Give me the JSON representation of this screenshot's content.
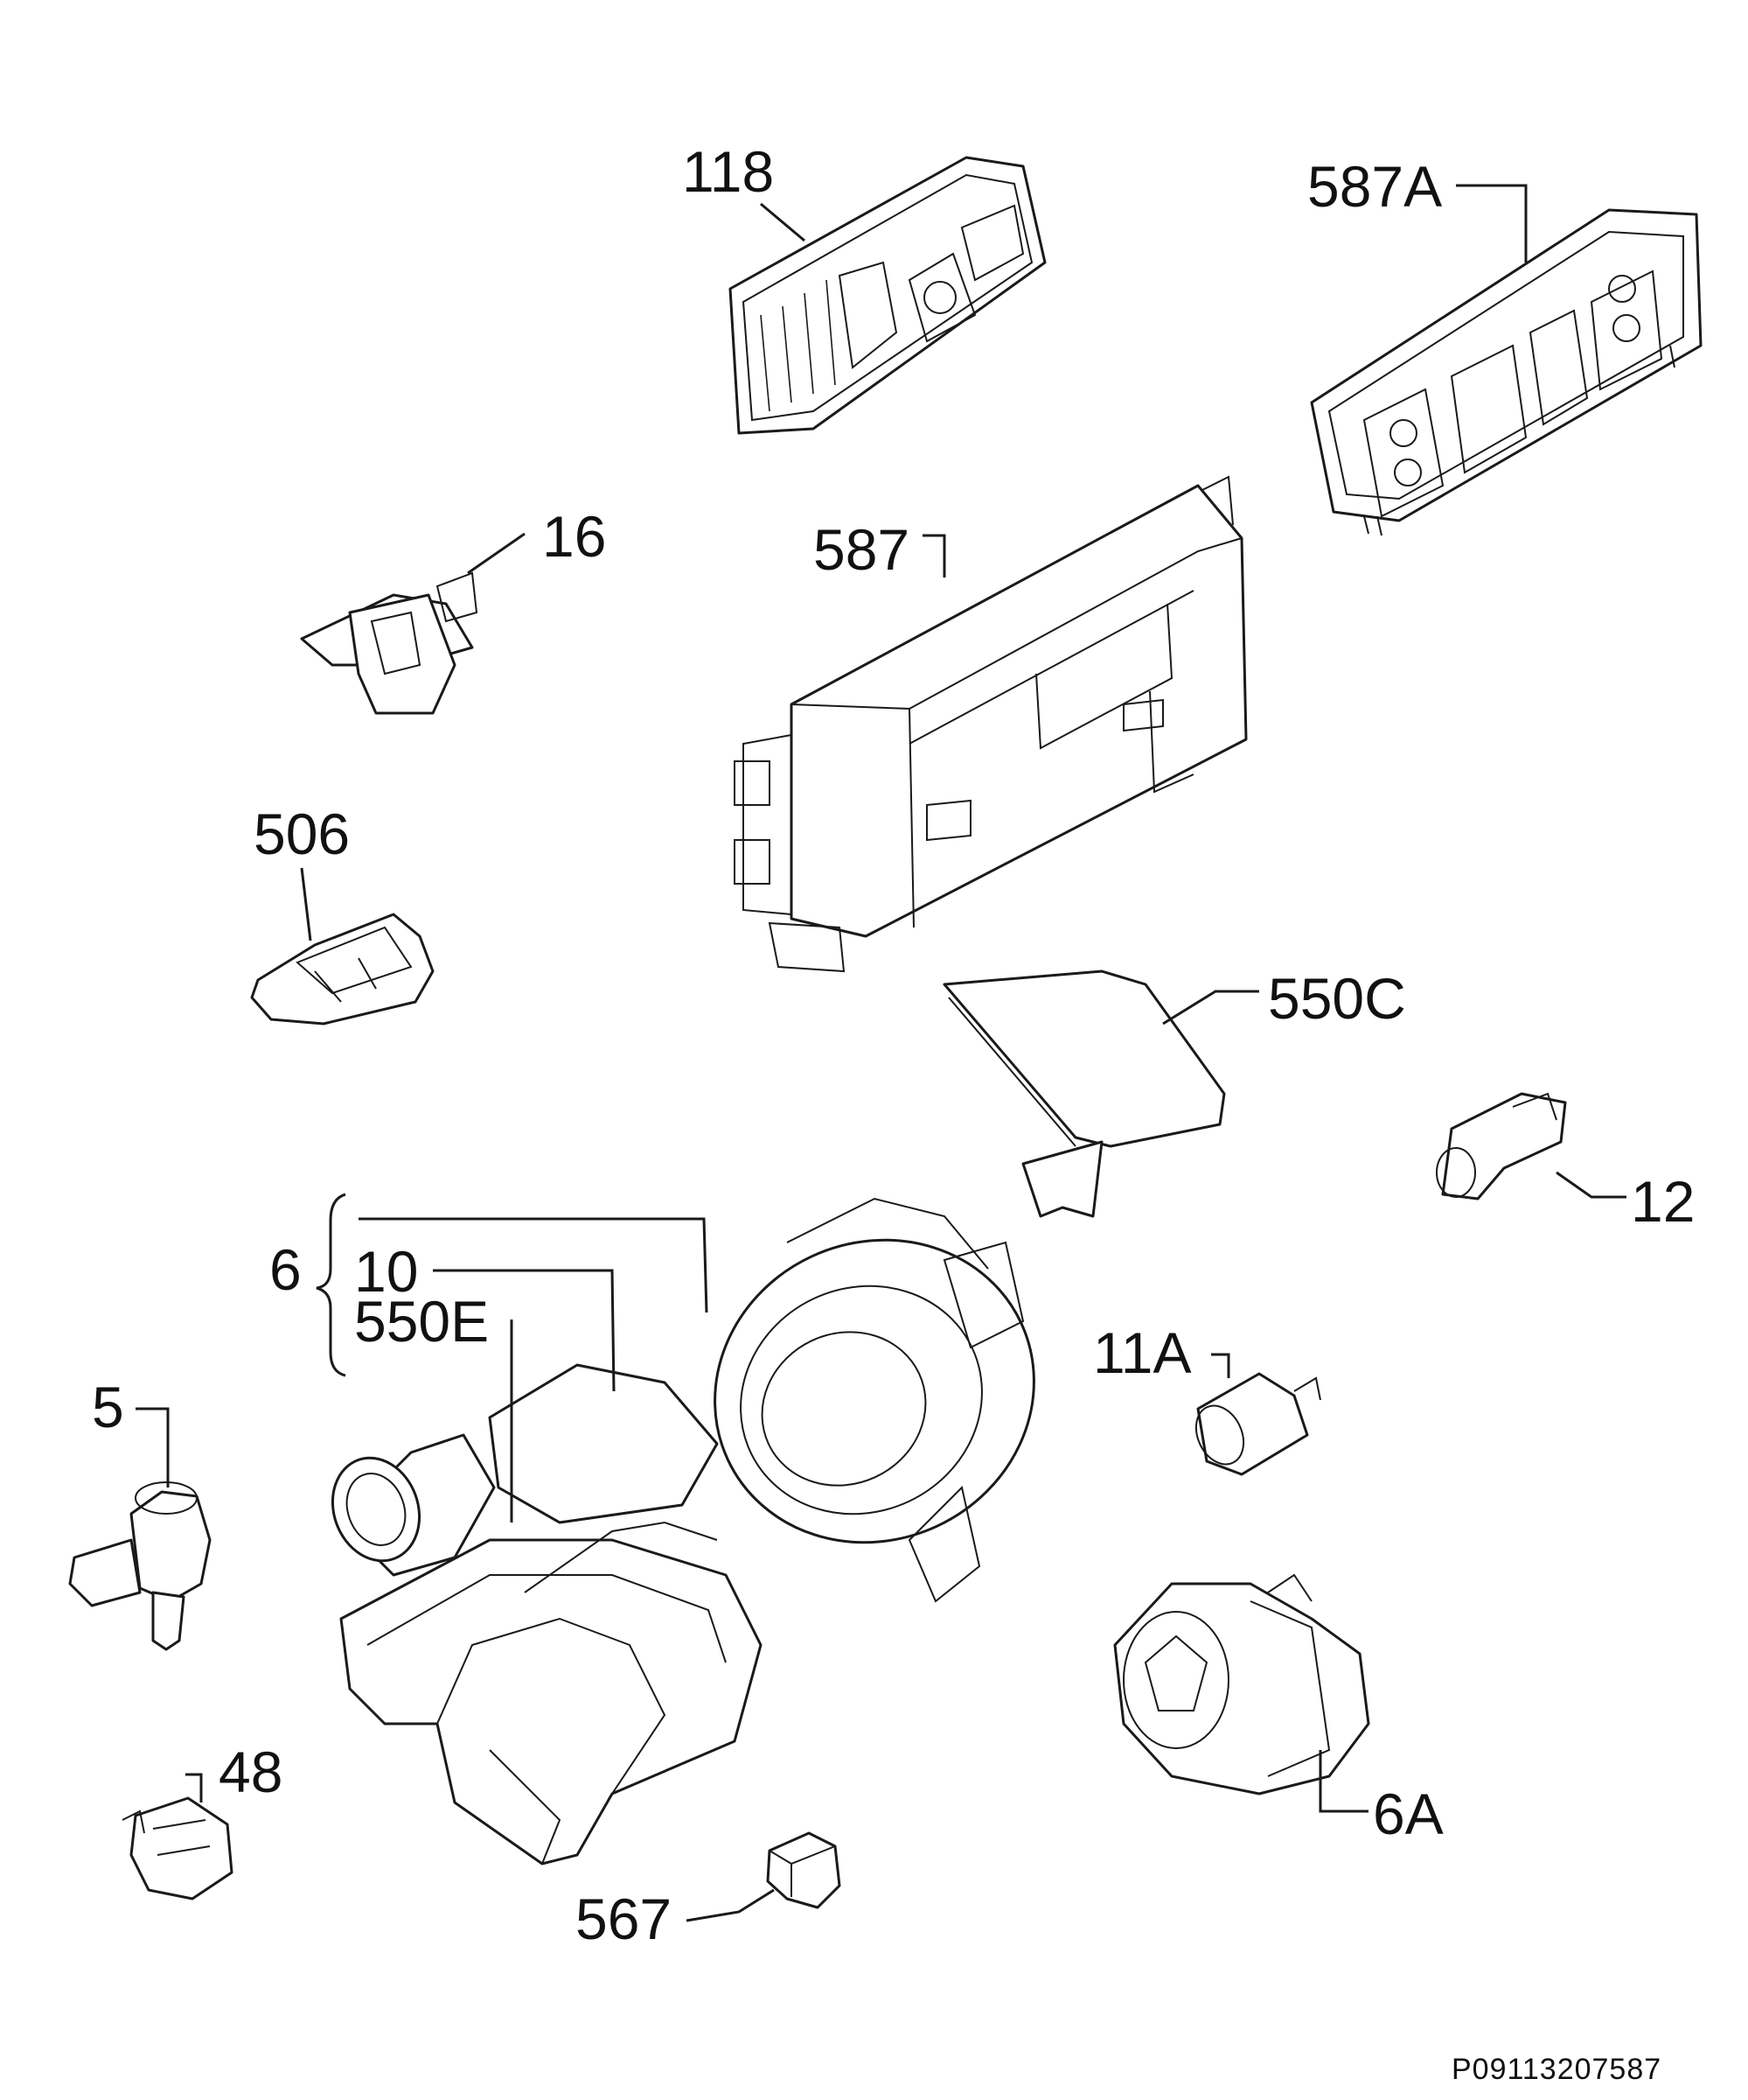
{
  "labels": {
    "l118": "118",
    "l587A": "587A",
    "l16": "16",
    "l587": "587",
    "l506": "506",
    "l550C": "550C",
    "l12": "12",
    "l6": "6",
    "l10": "10",
    "l550E": "550E",
    "l11A": "11A",
    "l5": "5",
    "l48": "48",
    "l567": "567",
    "l6A": "6A"
  },
  "footer": {
    "code": "P09113207587"
  }
}
